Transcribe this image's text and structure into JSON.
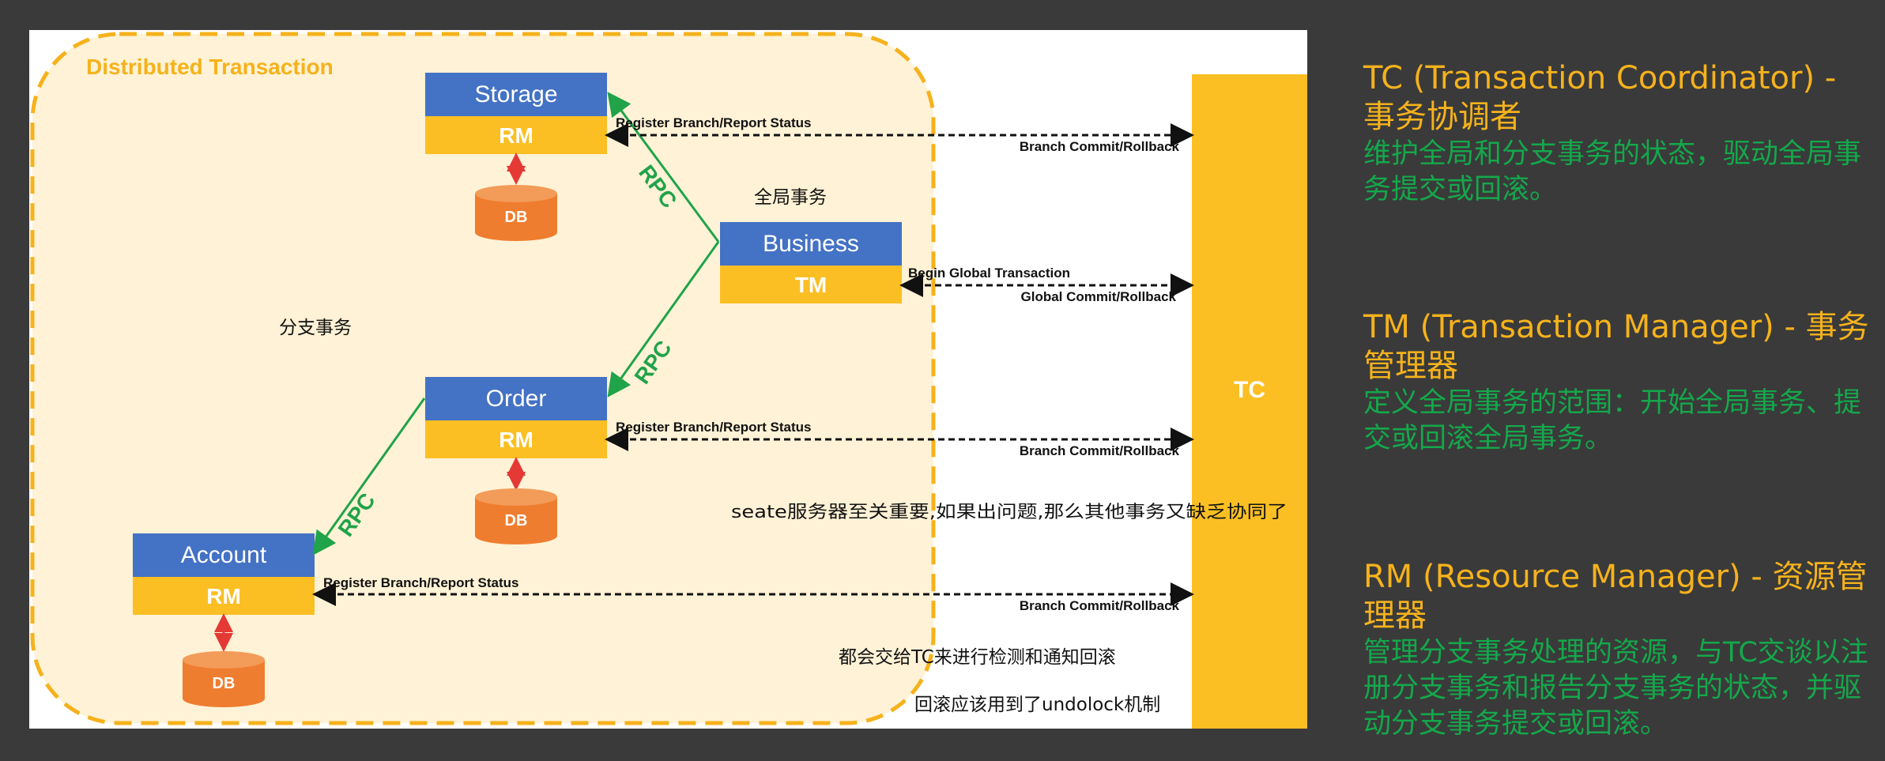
{
  "diagram": {
    "title": "Distributed Transaction",
    "nodes": {
      "storage": {
        "label": "Storage",
        "role": "RM"
      },
      "business": {
        "label": "Business",
        "role": "TM"
      },
      "order": {
        "label": "Order",
        "role": "RM"
      },
      "account": {
        "label": "Account",
        "role": "RM"
      },
      "tc": {
        "label": "TC"
      }
    },
    "db_label": "DB",
    "rpc_label": "RPC",
    "register_label": "Register Branch/Report Status",
    "branch_commit_label": "Branch Commit/Rollback",
    "begin_global_label": "Begin Global Transaction",
    "global_commit_label": "Global Commit/Rollback",
    "notes": {
      "global_tx": "全局事务",
      "branch_tx": "分支事务",
      "seate_server": "seate服务器至关重要,如果出问题,那么其他事务又缺乏协同了",
      "tc_detect": "都会交给TC来进行检测和通知回滚",
      "undolock": "回滚应该用到了undolock机制"
    }
  },
  "side": {
    "tc": {
      "title": "TC (Transaction Coordinator) - 事务协调者",
      "desc": "维护全局和分支事务的状态，驱动全局事务提交或回滚。"
    },
    "tm": {
      "title": "TM (Transaction Manager) - 事务管理器",
      "desc": "定义全局事务的范围：开始全局事务、提交或回滚全局事务。"
    },
    "rm": {
      "title": "RM (Resource Manager) - 资源管理器",
      "desc": "管理分支事务处理的资源，与TC交谈以注册分支事务和报告分支事务的状态，并驱动分支事务提交或回滚。"
    }
  },
  "colors": {
    "slide_background": "#3a3a3a",
    "blue_box": "#4472c4",
    "yellow_box": "#fbbf24",
    "db_orange": "#ef7d2f",
    "arrow_green": "#21a34a",
    "arrow_red": "#e53935",
    "dashed_border": "#f5b21c",
    "tc_box": "#fbbf24",
    "side_title": "#f5b21c",
    "side_desc": "#14a84b"
  }
}
